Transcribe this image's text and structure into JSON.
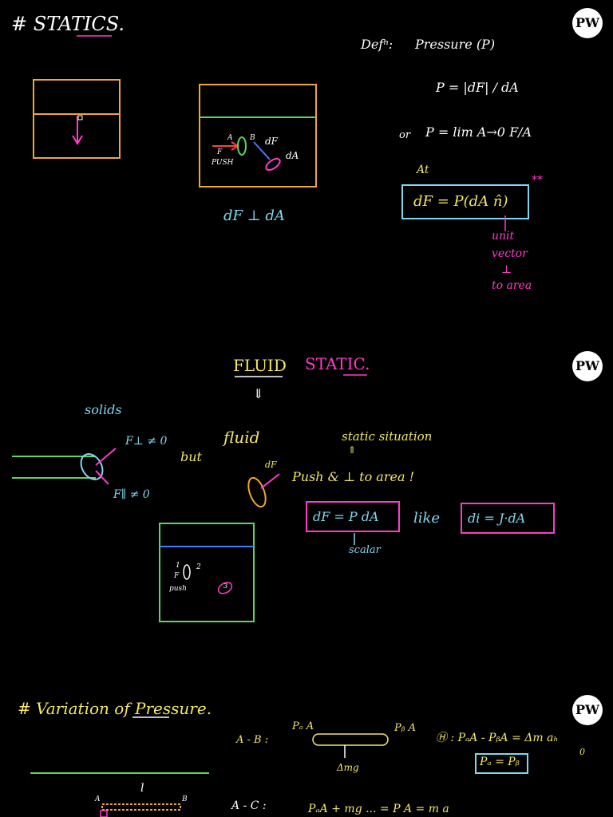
{
  "logo_text": "PW",
  "heading1": "# STATICS.",
  "def_label": "Defⁿ:",
  "def_title": "Pressure (P)",
  "pressure_eq": "P = |dF| / dA",
  "or_label": "or",
  "limit_eq": "P = lim A→0 F/A",
  "at_label": "At",
  "boxed_eq": "dF = P(dA n̂)",
  "stars": "**",
  "unit_vector_note": [
    "unit",
    "vector",
    "⊥",
    "to area"
  ],
  "container_labels": {
    "a": "A",
    "b": "B",
    "f": "F",
    "push": "PUSH",
    "df": "dF",
    "da": "dA"
  },
  "perp_note": "dF ⊥ dA",
  "heading2_part1": "FLUID",
  "heading2_part2": "STATIC.",
  "down_arrow": "⇓",
  "solids_label": "solids",
  "f_perp": "F⊥ ≠ 0",
  "f_par": "F∥ ≠ 0",
  "but_label": "but",
  "fluid_label": "fluid",
  "static_situation": "static situation",
  "up_arrow": "⇑",
  "push_perp": "Push & ⊥ to area !",
  "df_label2": "dF",
  "boxed_eq2": "dF = P dA",
  "like_label": "like",
  "boxed_eq3": "di = J·dA",
  "scalar_label": "scalar",
  "container2_labels": {
    "one": "1",
    "two": "2",
    "f": "F",
    "push": "push",
    "three": "3"
  },
  "heading3": "# Variation of Pressure.",
  "ab_label": "A - B :",
  "pa_label": "Pₐ A",
  "pb_label": "Pᵦ A",
  "dmg_label": "Δmg",
  "h_eq": "Ⓗ : PₐA - PᵦA = Δm aₕ",
  "zero_note": "0",
  "boxed_eq4": "Pₐ = Pᵦ",
  "l_label": "l",
  "a_label": "A",
  "b_label": "B",
  "ac_label": "A - C :",
  "bottom_eq": "PₐA + mg ... = P A = m a",
  "colors": {
    "orange": "#f0a830",
    "green": "#5cd65c",
    "pink": "#ff3cc8",
    "yellow": "#f5e663",
    "cyan": "#7fd8f0",
    "blue": "#4a7aff",
    "red": "#ff4040",
    "lavender": "#c8b0ff"
  }
}
